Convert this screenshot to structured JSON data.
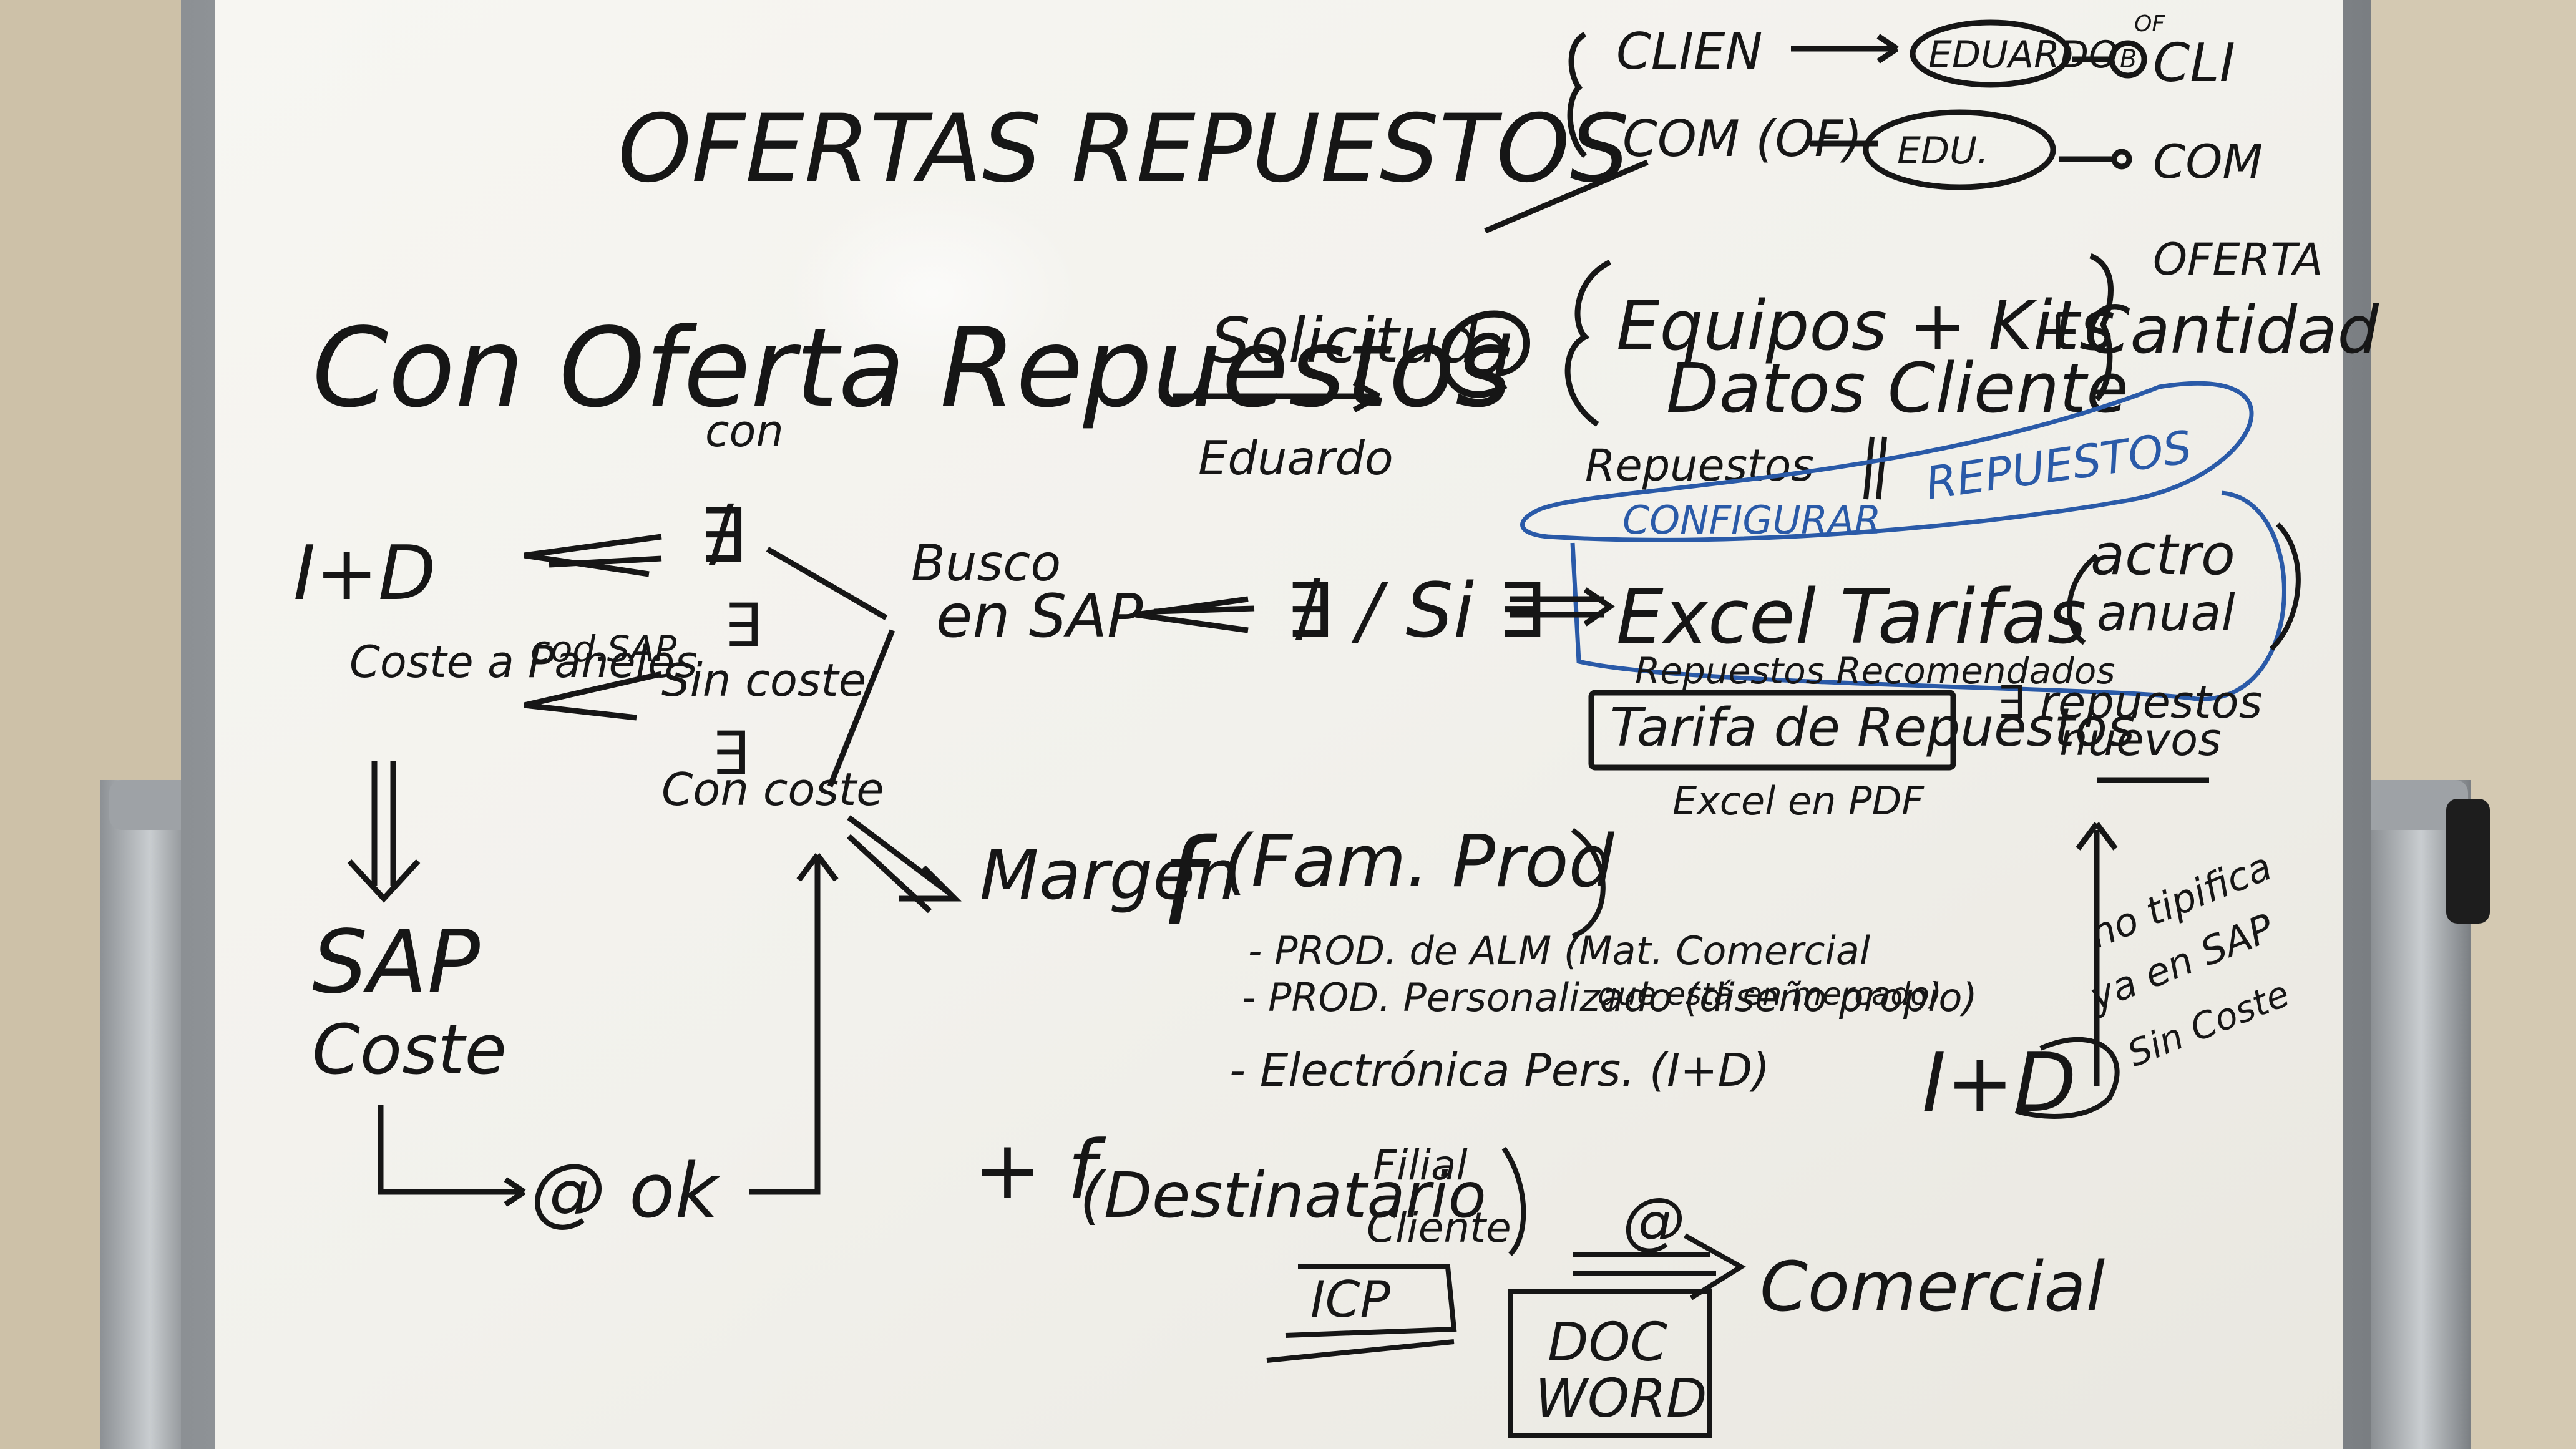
{
  "title": "OFERTAS REPUESTOS",
  "flow_top": {
    "rows": [
      {
        "from": "CLIEN",
        "via": "EDUARDO",
        "to": "CLI",
        "marks": [
          "B",
          "OF"
        ]
      },
      {
        "from": "COM (OF)",
        "via": "EDU.",
        "to": "COM"
      }
    ]
  },
  "main_question": "Con Oferta Repuestos",
  "main_question_sub": "con",
  "arrow1": {
    "label": "Solicitud",
    "sub": "Eduardo"
  },
  "request_block": {
    "at": "@",
    "line1": "Equipos + Kits",
    "line1_plus": "+",
    "line2": "Datos Cliente",
    "quantity": "Cantidad",
    "oferta": "OFERTA",
    "repuestos": "Repuestos",
    "configurar": "CONFIGURAR",
    "repuestos_blue": "REPUESTOS"
  },
  "left_flow": {
    "id": "I+D",
    "not_exists": "∄",
    "coste_paneles": "Coste a Paneles",
    "cod_sap": "cod.SAP",
    "exists_sin_coste": "∃",
    "sin_coste": "Sin coste",
    "exists_con_coste": "∃",
    "con_coste": "Con coste",
    "sap_coste": [
      "SAP",
      "Coste"
    ],
    "arrow_down": "||",
    "ok": "@ ok"
  },
  "center": {
    "busco_sap": [
      "Busco",
      "en SAP"
    ],
    "exists_toggle": "∄ / Si ∃",
    "excel": "Excel Tarifas",
    "excel_note": [
      "actro",
      "anual"
    ],
    "repuestos_recomendados": "Repuestos Recomendados",
    "tarifa_box": "Tarifa de Repuestos",
    "excel_pdf": "Excel en PDF",
    "repuestos_nuevos": [
      "∃ repuestos",
      "nuevos"
    ]
  },
  "margin": {
    "label": "Margen",
    "f": "f",
    "paren": "(Fam. Prod",
    "items": [
      "- PROD. de ALM (Mat. Comercial",
      "que está en mercado)",
      "- PROD. Personalizado (diseño propio)",
      "- Electrónica Pers. (I+D)"
    ]
  },
  "destinatario": {
    "plus_f": "+ f",
    "label": "(Destinatario",
    "options": [
      "Filial",
      "Cliente"
    ],
    "icp": "ICP"
  },
  "right_flow": {
    "id": "I+D",
    "note": [
      "no tipifica",
      "ya en SAP",
      "Sin Coste"
    ]
  },
  "output": {
    "at": "@",
    "to": "Comercial",
    "doc": [
      "DOC",
      "WORD"
    ]
  },
  "colors": {
    "ink": "#161616",
    "blue_marker": "#2a5aa8",
    "board": "#f4f3ee",
    "wall": "#cbbfa6"
  }
}
